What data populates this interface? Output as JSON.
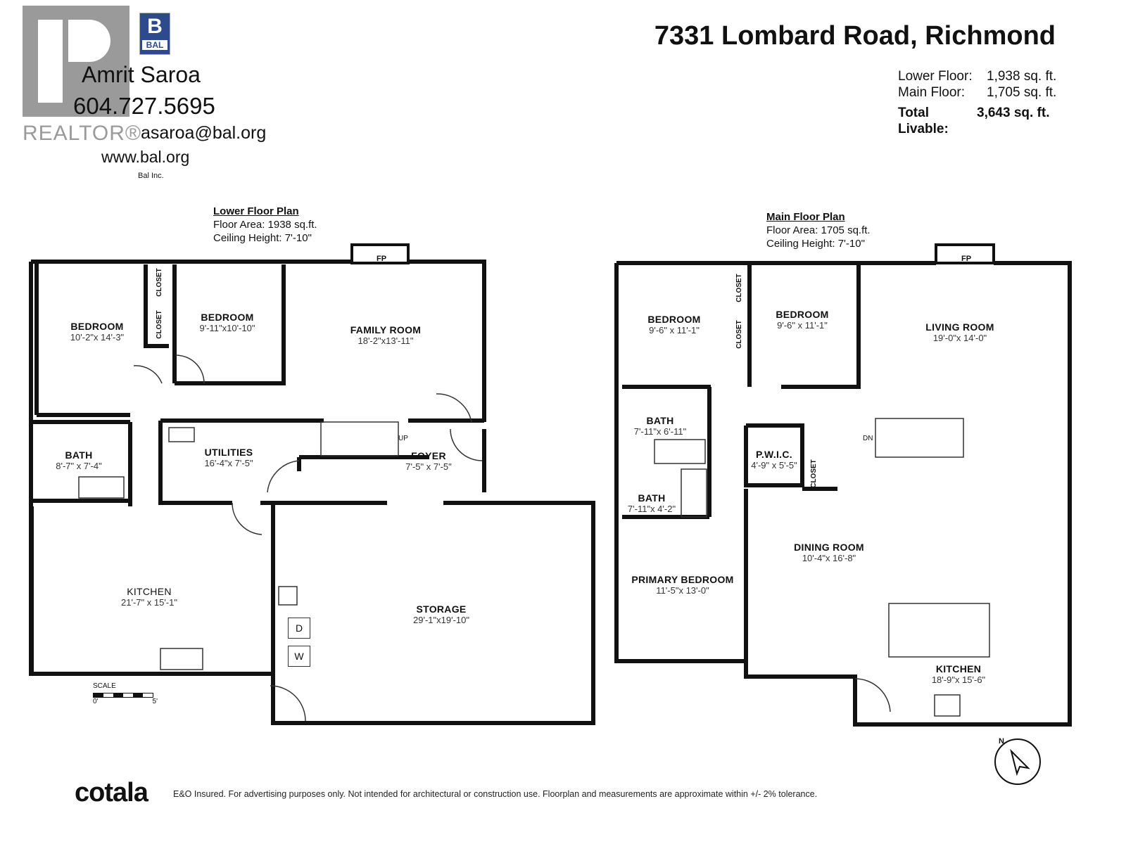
{
  "realtor": {
    "logo_text": "REALTOR®",
    "brokerage_logo_text": "BAL",
    "name": "Amrit Saroa",
    "phone": "604.727.5695",
    "email": "asaroa@bal.org",
    "website": "www.bal.org",
    "company": "Bal Inc."
  },
  "header": {
    "address": "7331 Lombard Road, Richmond",
    "areas": [
      {
        "label": "Lower Floor:",
        "value": "1,938 sq. ft."
      },
      {
        "label": "Main Floor:",
        "value": "1,705 sq. ft."
      }
    ],
    "total_label": "Total Livable:",
    "total_value": "3,643 sq. ft."
  },
  "lower": {
    "title": "Lower Floor Plan",
    "area": "Floor Area: 1938 sq.ft.",
    "ceiling": "Ceiling Height: 7'-10\"",
    "fp": "FP",
    "up": "UP",
    "closet": "CLOSET",
    "rooms": [
      {
        "name": "BEDROOM",
        "dims": "10'-2\"x 14'-3\""
      },
      {
        "name": "BEDROOM",
        "dims": "9'-11\"x10'-10\""
      },
      {
        "name": "FAMILY ROOM",
        "dims": "18'-2\"x13'-11\""
      },
      {
        "name": "BATH",
        "dims": "8'-7\" x 7'-4\""
      },
      {
        "name": "UTILITIES",
        "dims": "16'-4\"x 7'-5\""
      },
      {
        "name": "FOYER",
        "dims": "7'-5\" x 7'-5\""
      },
      {
        "name": "KITCHEN",
        "dims": "21'-7\" x 15'-1\""
      },
      {
        "name": "STORAGE",
        "dims": "29'-1\"x19'-10\""
      }
    ],
    "dryer": "D",
    "washer": "W",
    "scale_label": "SCALE",
    "scale_min": "0'",
    "scale_max": "5'"
  },
  "main": {
    "title": "Main Floor Plan",
    "area": "Floor Area: 1705 sq.ft.",
    "ceiling": "Ceiling Height: 7'-10\"",
    "fp": "FP",
    "dn": "DN",
    "closet": "CLOSET",
    "rooms": [
      {
        "name": "BEDROOM",
        "dims": "9'-6\" x 11'-1\""
      },
      {
        "name": "BEDROOM",
        "dims": "9'-6\" x 11'-1\""
      },
      {
        "name": "LIVING ROOM",
        "dims": "19'-0\"x 14'-0\""
      },
      {
        "name": "BATH",
        "dims": "7'-11\"x 6'-11\""
      },
      {
        "name": "P.W.I.C.",
        "dims": "4'-9\" x 5'-5\""
      },
      {
        "name": "BATH",
        "dims": "7'-11\"x 4'-2\""
      },
      {
        "name": "DINING ROOM",
        "dims": "10'-4\"x 16'-8\""
      },
      {
        "name": "PRIMARY BEDROOM",
        "dims": "11'-5\"x 13'-0\""
      },
      {
        "name": "KITCHEN",
        "dims": "18'-9\"x 15'-6\""
      }
    ],
    "compass": "N"
  },
  "footer": {
    "brand": "cotala",
    "disclaimer": "E&O Insured. For advertising purposes only. Not intended for architectural or construction use. Floorplan and measurements are approximate within +/- 2% tolerance."
  }
}
